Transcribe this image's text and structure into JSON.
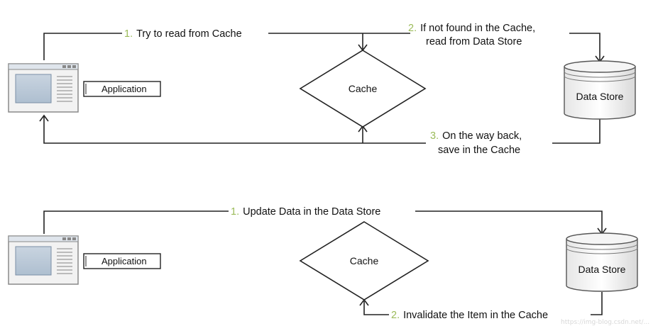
{
  "top_flow": {
    "app_label": "Application",
    "cache_label": "Cache",
    "store_label": "Data Store",
    "step1_num": "1.",
    "step1_text": "Try to read from Cache",
    "step2_num": "2.",
    "step2_line1": "If not found in the Cache,",
    "step2_line2": "read from Data Store",
    "step3_num": "3.",
    "step3_line1": "On the way back,",
    "step3_line2": "save in the Cache"
  },
  "bottom_flow": {
    "app_label": "Application",
    "cache_label": "Cache",
    "store_label": "Data Store",
    "step1_num": "1.",
    "step1_text": "Update Data in the Data Store",
    "step2_num": "2.",
    "step2_text": "Invalidate the Item in the Cache"
  },
  "watermark": "https://img-blog.csdn.net/..."
}
